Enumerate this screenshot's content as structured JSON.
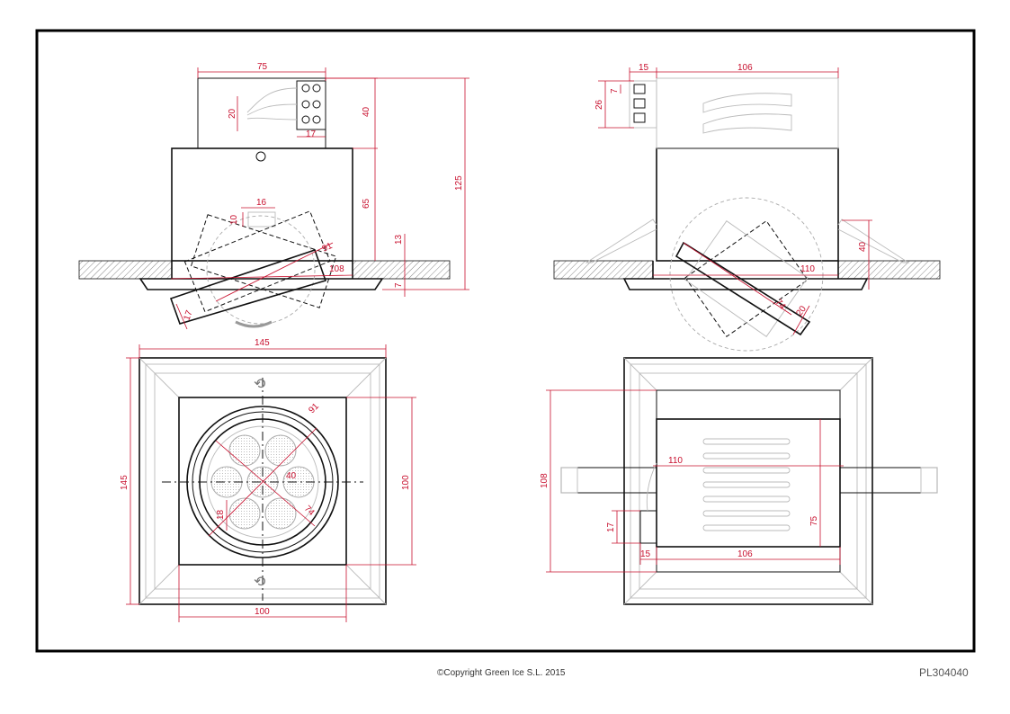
{
  "footer": {
    "copyright": "©Copyright Green Ice S.L. 2015",
    "reference": "PL304040"
  },
  "dimensions": {
    "side_left": {
      "top_width": "75",
      "box_height": "40",
      "terminal_height": "20",
      "terminal_width": "17",
      "total_height": "125",
      "body_height": "65",
      "clip_width": "16",
      "clip_height": "10",
      "flange_offset": "13",
      "flange_thickness": "7",
      "tilt_diameter": "91",
      "cutout": "108",
      "lamp_depth": "17"
    },
    "side_right": {
      "terminal_offset": "15",
      "top_width": "106",
      "small_gap": "7",
      "terminal_height": "26",
      "spring_height": "40",
      "cutout": "110",
      "lamp_diameter": "74",
      "lamp_depth": "20"
    },
    "plan_left": {
      "outer_width": "145",
      "outer_height": "145",
      "inner_width": "100",
      "inner_height": "100",
      "ring_diameter": "91",
      "led_spacing": "40",
      "led_diameter": "18",
      "lens_diameter": "74"
    },
    "plan_right": {
      "depth": "108",
      "cutout": "110",
      "terminal_height": "17",
      "terminal_offset": "15",
      "box_width": "106",
      "box_height": "75"
    }
  }
}
